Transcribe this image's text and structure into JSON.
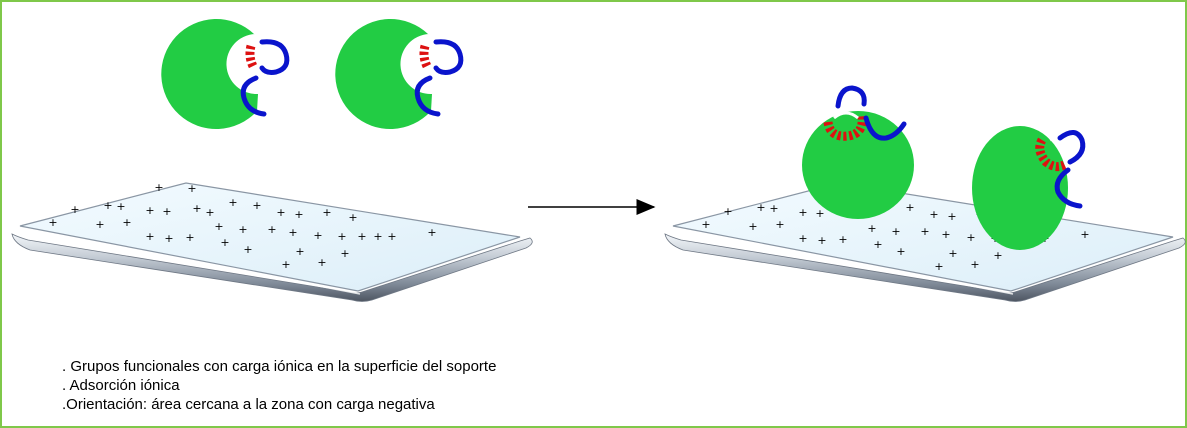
{
  "colors": {
    "frame_border": "#7fc84a",
    "protein": "#22cc44",
    "binding_tail": "#0a14cc",
    "charged_site": "#dd1111",
    "support_surface": "#e4f3fb",
    "support_rim": "#9aa6b4",
    "charge_mark": "#000000",
    "arrow": "#000000"
  },
  "icons": {
    "charge_symbol": "plus",
    "process_arrow": "right-arrow"
  },
  "charge_glyph": "+",
  "captions": [
    ". Grupos funcionales con carga iónica en la superficie del soporte",
    ". Adsorción iónica",
    ".Orientación: área cercana a la zona con carga negativa"
  ]
}
